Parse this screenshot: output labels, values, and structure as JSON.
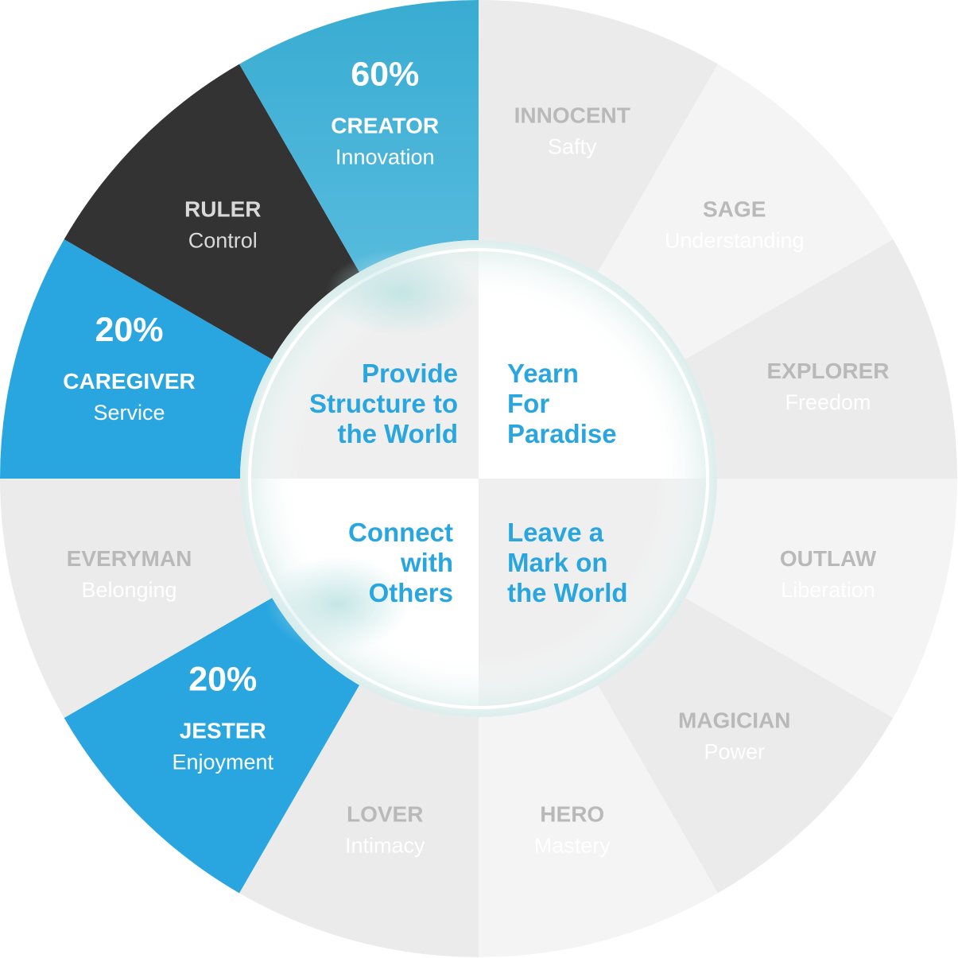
{
  "segments": [
    {
      "name": "INNOCENT",
      "trait": "Safty",
      "percent": "",
      "fill": "#ebebeb",
      "highlight": false
    },
    {
      "name": "SAGE",
      "trait": "Understanding",
      "percent": "",
      "fill": "#f4f4f4",
      "highlight": false
    },
    {
      "name": "EXPLORER",
      "trait": "Freedom",
      "percent": "",
      "fill": "#ebebeb",
      "highlight": false
    },
    {
      "name": "OUTLAW",
      "trait": "Liberation",
      "percent": "",
      "fill": "#f4f4f4",
      "highlight": false
    },
    {
      "name": "MAGICIAN",
      "trait": "Power",
      "percent": "",
      "fill": "#ebebeb",
      "highlight": false
    },
    {
      "name": "HERO",
      "trait": "Mastery",
      "percent": "",
      "fill": "#f4f4f4",
      "highlight": false
    },
    {
      "name": "LOVER",
      "trait": "Intimacy",
      "percent": "",
      "fill": "#ebebeb",
      "highlight": false
    },
    {
      "name": "JESTER",
      "trait": "Enjoyment",
      "percent": "20%",
      "fill": "#29a6e0",
      "highlight": true
    },
    {
      "name": "EVERYMAN",
      "trait": "Belonging",
      "percent": "",
      "fill": "#ebebeb",
      "highlight": false
    },
    {
      "name": "CAREGIVER",
      "trait": "Service",
      "percent": "20%",
      "fill": "#29a6e0",
      "highlight": true
    },
    {
      "name": "RULER",
      "trait": "Control",
      "percent": "",
      "fill": "#333333",
      "highlight": false
    },
    {
      "name": "CREATOR",
      "trait": "Innovation",
      "percent": "60%",
      "fill": "#3ab0d6",
      "highlight": true
    }
  ],
  "quadrants": [
    {
      "lines": [
        "Yearn",
        "For",
        "Paradise"
      ],
      "align": "left"
    },
    {
      "lines": [
        "Leave a",
        "Mark on",
        "the World"
      ],
      "align": "left"
    },
    {
      "lines": [
        "Connect",
        "with",
        "Others"
      ],
      "align": "right"
    },
    {
      "lines": [
        "Provide",
        "Structure to",
        "the World"
      ],
      "align": "right"
    }
  ],
  "colors": {
    "accent": "#29a6e0",
    "quadrant_text": "#29a6e0",
    "inactive_label": "#b9b9b9",
    "inactive_trait": "#ffffff",
    "highlight_text": "#ffffff",
    "ruler_label": "#d9d9d9",
    "ruler_trait": "#d9d9d9"
  }
}
